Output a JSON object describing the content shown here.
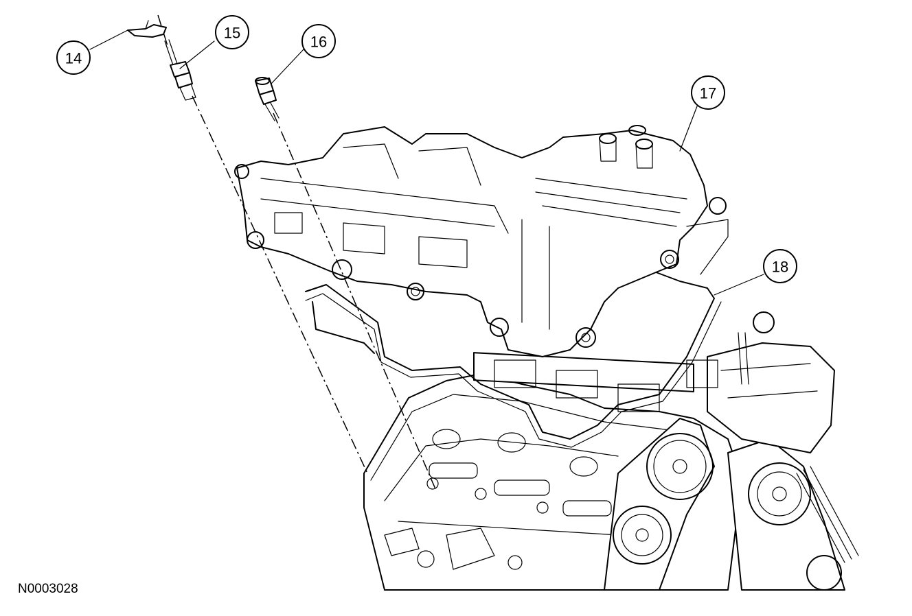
{
  "callouts": [
    {
      "id": "14",
      "label": "14"
    },
    {
      "id": "15",
      "label": "15"
    },
    {
      "id": "16",
      "label": "16"
    },
    {
      "id": "17",
      "label": "17"
    },
    {
      "id": "18",
      "label": "18"
    }
  ],
  "figure_id": "N0003028",
  "colors": {
    "line": "#000000",
    "background": "#ffffff"
  }
}
